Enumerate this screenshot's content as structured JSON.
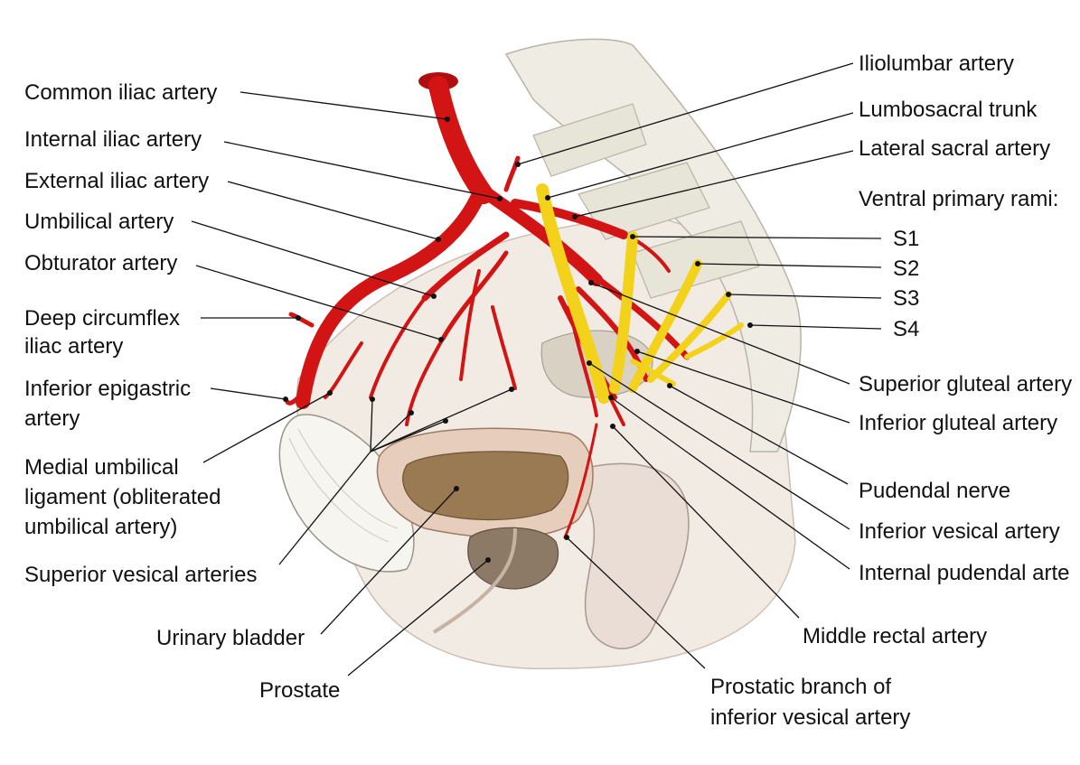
{
  "labels": {
    "common_iliac": "Common iliac artery",
    "internal_iliac": "Internal iliac artery",
    "external_iliac": "External iliac artery",
    "umbilical": "Umbilical artery",
    "obturator": "Obturator artery",
    "deep_circumflex_1": "Deep circumflex",
    "deep_circumflex_2": "iliac artery",
    "inferior_epigastric_1": "Inferior epigastric",
    "inferior_epigastric_2": "artery",
    "medial_umbilical_1": "Medial umbilical",
    "medial_umbilical_2": "ligament (obliterated",
    "medial_umbilical_3": "umbilical artery)",
    "superior_vesical": "Superior vesical arteries",
    "urinary_bladder": "Urinary bladder",
    "prostate": "Prostate",
    "iliolumbar": "Iliolumbar artery",
    "lumbosacral": "Lumbosacral trunk",
    "lateral_sacral": "Lateral sacral artery",
    "ventral_rami": "Ventral primary rami:",
    "s1": "S1",
    "s2": "S2",
    "s3": "S3",
    "s4": "S4",
    "superior_gluteal": "Superior gluteal artery",
    "inferior_gluteal": "Inferior gluteal artery",
    "pudendal_nerve": "Pudendal nerve",
    "inferior_vesical": "Inferior vesical artery",
    "internal_pudendal": "Internal pudendal arte",
    "middle_rectal": "Middle rectal artery",
    "prostatic_branch_1": "Prostatic branch of",
    "prostatic_branch_2": "inferior vesical artery"
  },
  "colors": {
    "artery": "#d21414",
    "nerve": "#f2d21a",
    "bone": "#efece0",
    "bladder_lumen": "#9a7a52",
    "prostate": "#8c7a66",
    "leader": "#111111"
  }
}
